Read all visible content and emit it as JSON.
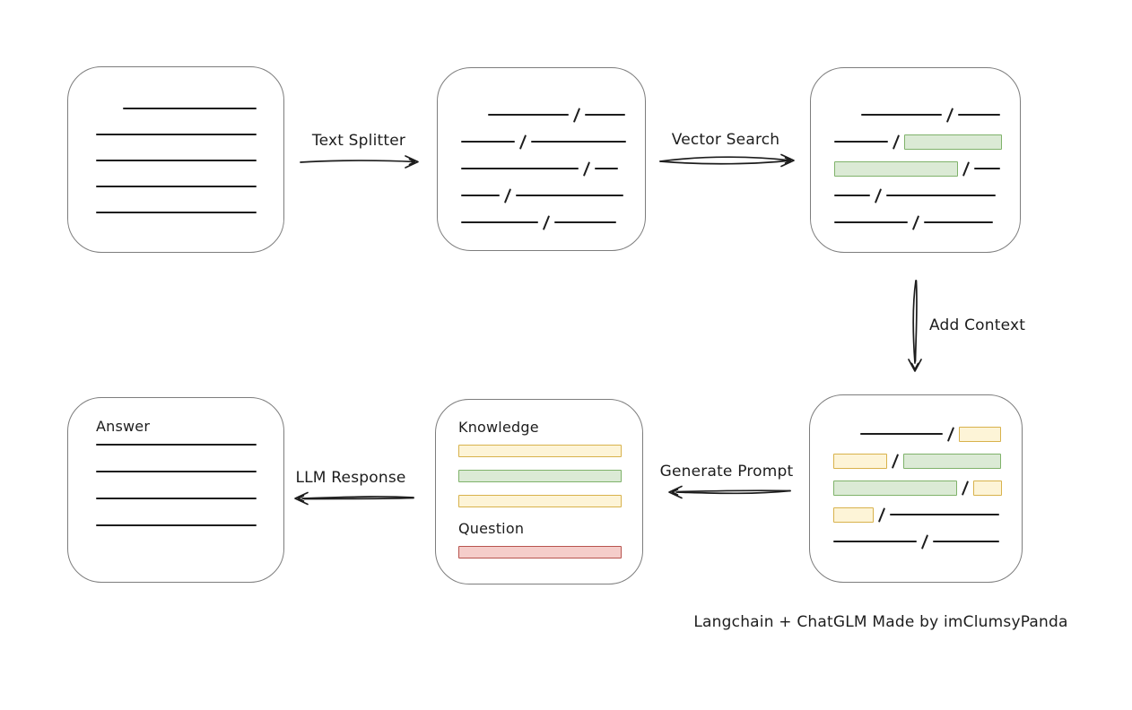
{
  "caption": "Langchain + ChatGLM Made by imClumsyPanda",
  "labels": {
    "text_splitter": "Text Splitter",
    "vector_search": "Vector Search",
    "add_context": "Add Context",
    "generate_prompt": "Generate Prompt",
    "llm_response": "LLM Response"
  },
  "colors": {
    "green_fill": "#dbead5",
    "green_stroke": "#7fb26a",
    "yellow_fill": "#fdf4d7",
    "yellow_stroke": "#d8b24c",
    "red_fill": "#f5cdca",
    "red_stroke": "#b8544f",
    "ink": "#1d1d1d",
    "box_border": "#7d7d7d"
  },
  "document_box": {
    "lines": [
      {
        "indent": 30,
        "w": 149
      },
      {
        "indent": 0,
        "w": 179
      },
      {
        "indent": 0,
        "w": 179
      },
      {
        "indent": 0,
        "w": 179
      },
      {
        "indent": 0,
        "w": 179
      }
    ]
  },
  "chunks_box": {
    "rows": [
      {
        "indent": 30,
        "segments": [
          {
            "kind": "line",
            "w": 90
          },
          {
            "kind": "line",
            "w": 45
          }
        ]
      },
      {
        "indent": 0,
        "segments": [
          {
            "kind": "line",
            "w": 60
          },
          {
            "kind": "line",
            "w": 106
          }
        ]
      },
      {
        "indent": 0,
        "segments": [
          {
            "kind": "line",
            "w": 131
          },
          {
            "kind": "line",
            "w": 26
          }
        ]
      },
      {
        "indent": 0,
        "segments": [
          {
            "kind": "line",
            "w": 43
          },
          {
            "kind": "line",
            "w": 120
          }
        ]
      },
      {
        "indent": 0,
        "segments": [
          {
            "kind": "line",
            "w": 86
          },
          {
            "kind": "line",
            "w": 69
          }
        ]
      }
    ]
  },
  "search_box": {
    "rows": [
      {
        "indent": 30,
        "segments": [
          {
            "kind": "line",
            "w": 90
          },
          {
            "kind": "line",
            "w": 47
          }
        ]
      },
      {
        "indent": 0,
        "segments": [
          {
            "kind": "line",
            "w": 60
          },
          {
            "kind": "green",
            "w": 109
          }
        ]
      },
      {
        "indent": 0,
        "segments": [
          {
            "kind": "green",
            "w": 138
          },
          {
            "kind": "line",
            "w": 29
          }
        ]
      },
      {
        "indent": 0,
        "segments": [
          {
            "kind": "line",
            "w": 40
          },
          {
            "kind": "line",
            "w": 122
          }
        ]
      },
      {
        "indent": 0,
        "segments": [
          {
            "kind": "line",
            "w": 82
          },
          {
            "kind": "line",
            "w": 77
          }
        ]
      }
    ]
  },
  "context_box": {
    "rows": [
      {
        "indent": 30,
        "segments": [
          {
            "kind": "line",
            "w": 92
          },
          {
            "kind": "yellow",
            "w": 47
          }
        ]
      },
      {
        "indent": 0,
        "segments": [
          {
            "kind": "yellow",
            "w": 60
          },
          {
            "kind": "green",
            "w": 109
          }
        ]
      },
      {
        "indent": 0,
        "segments": [
          {
            "kind": "green",
            "w": 138
          },
          {
            "kind": "yellow",
            "w": 32
          }
        ]
      },
      {
        "indent": 0,
        "segments": [
          {
            "kind": "yellow",
            "w": 45
          },
          {
            "kind": "line",
            "w": 122
          }
        ]
      },
      {
        "indent": 0,
        "segments": [
          {
            "kind": "line",
            "w": 93
          },
          {
            "kind": "line",
            "w": 74
          }
        ]
      }
    ]
  },
  "prompt_box": {
    "knowledge_label": "Knowledge",
    "question_label": "Question",
    "knowledge_bars": [
      {
        "kind": "yellow"
      },
      {
        "kind": "green"
      },
      {
        "kind": "yellow"
      }
    ],
    "question_bars": [
      {
        "kind": "red"
      }
    ]
  },
  "answer_box": {
    "label": "Answer",
    "lines": [
      {
        "indent": 0,
        "w": 179
      },
      {
        "indent": 0,
        "w": 179
      },
      {
        "indent": 0,
        "w": 179
      },
      {
        "indent": 0,
        "w": 179
      }
    ]
  }
}
